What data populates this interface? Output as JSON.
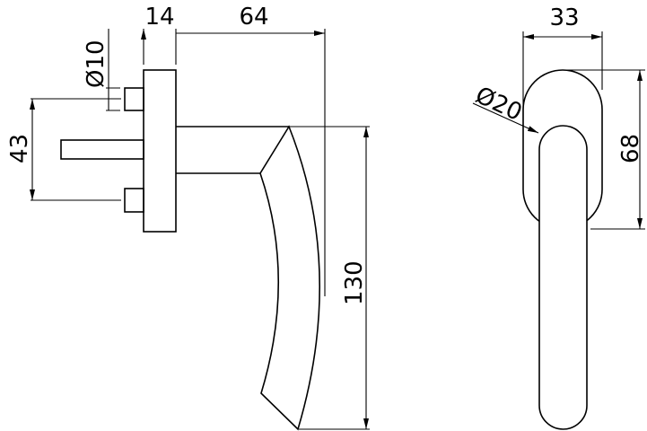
{
  "drawing": {
    "side_view": {
      "dim_rosette_thickness": "14",
      "dim_lever_projection": "64",
      "dim_pin_diameter": "Ø10",
      "dim_pin_spacing": "43",
      "dim_lever_length": "130"
    },
    "front_view": {
      "dim_rosette_width": "33",
      "dim_rosette_height": "68",
      "dim_lever_diameter": "Ø20"
    },
    "line_color": "#000000",
    "background_color": "#ffffff"
  }
}
